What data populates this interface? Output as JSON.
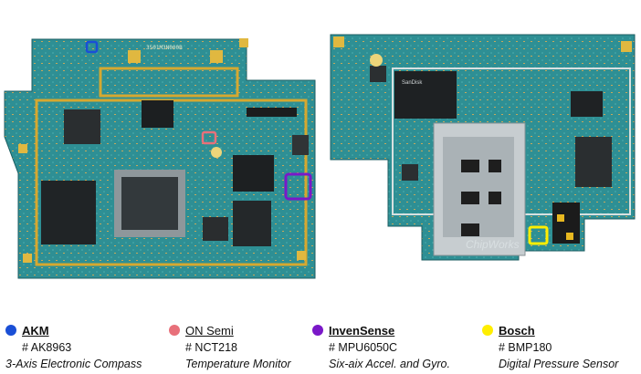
{
  "image": {
    "left_board": {
      "top_marking": "3501M3N000B"
    },
    "right_board": {
      "chip_marking": "SanDisk",
      "watermark": "ChipWorks"
    }
  },
  "legend": [
    {
      "company": "AKM",
      "part": "# AK8963",
      "description": "3-Axis Electronic Compass",
      "color": "#1a4fd6"
    },
    {
      "company": "ON Semi",
      "part": "# NCT218",
      "description": "Temperature Monitor",
      "color": "#e8707a"
    },
    {
      "company": "InvenSense",
      "part": "# MPU6050C",
      "description": "Six-aix Accel. and Gyro.",
      "color": "#7a18c8"
    },
    {
      "company": "Bosch",
      "part": "# BMP180",
      "description": "Digital Pressure Sensor",
      "color": "#ffee00"
    }
  ]
}
